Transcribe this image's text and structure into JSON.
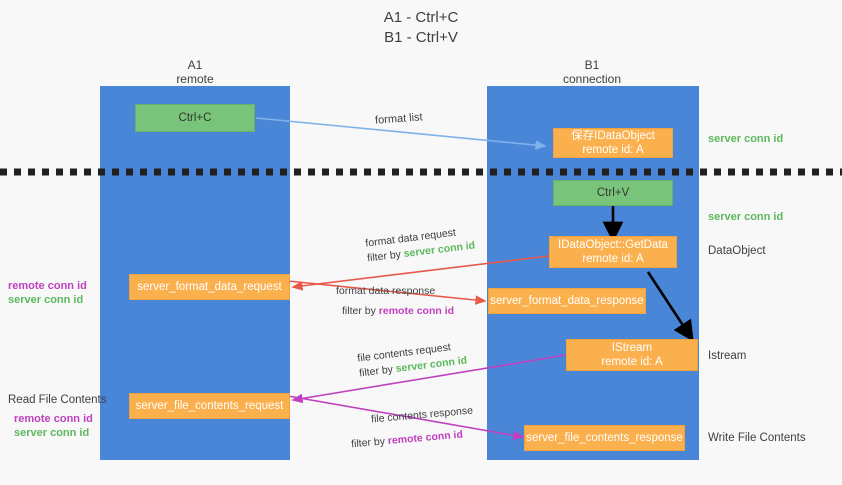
{
  "title": {
    "line1": "A1 - Ctrl+C",
    "line2": "B1 - Ctrl+V"
  },
  "columns": [
    {
      "name": "A1",
      "sub": "remote"
    },
    {
      "name": "B1",
      "sub": "connection"
    }
  ],
  "boxes": {
    "ctrl_c": {
      "label": "Ctrl+C"
    },
    "ctrl_v": {
      "label": "Ctrl+V"
    },
    "save_idataobject": {
      "line1": "保存IDataObject",
      "line2": "remote id: A"
    },
    "getdata": {
      "line1": "IDataObject::GetData",
      "line2": "remote id: A"
    },
    "istream": {
      "line1": "IStream",
      "line2": "remote id: A"
    },
    "server_format_data_request": {
      "label": "server_format_data_request"
    },
    "server_format_data_response": {
      "label": "server_format_data_response"
    },
    "server_file_contents_request": {
      "label": "server_file_contents_request"
    },
    "server_file_contents_response": {
      "label": "server_file_contents_response"
    }
  },
  "edge_labels": {
    "format_list": "format list",
    "format_data_request": "format data request",
    "format_data_request_filter_prefix": "filter by ",
    "format_data_request_filter_key": "server conn id",
    "format_data_response": "format data response",
    "format_data_response_filter_prefix": "filter by ",
    "format_data_response_filter_key": "remote conn id",
    "file_contents_request": "file contents request",
    "file_contents_request_filter_prefix": "filter by ",
    "file_contents_request_filter_key": "server conn id",
    "file_contents_response": "file contents response",
    "file_contents_response_filter_prefix": "filter by ",
    "file_contents_response_filter_key": "remote conn id"
  },
  "annotations": {
    "server_conn_id_top": "server conn id",
    "server_conn_id_mid": "server conn id",
    "dataobject": "DataObject",
    "istream_label": "Istream",
    "write_file_contents": "Write File Contents",
    "read_file_contents": "Read File Contents",
    "left_remote_conn_id_1": "remote conn id",
    "left_server_conn_id_1": "server conn id",
    "left_remote_conn_id_2": "remote conn id",
    "left_server_conn_id_2": "server conn id"
  },
  "colors": {
    "column_blue": "#4a86d8",
    "box_green": "#79c47b",
    "box_orange": "#fbb04e",
    "accent_green": "#5cb85c",
    "accent_magenta": "#c040c0",
    "arrow_blue": "#7fb3e8",
    "arrow_red": "#e8594a",
    "arrow_magenta": "#c040c0",
    "arrow_black": "#000000",
    "background": "#f8f8f8"
  }
}
